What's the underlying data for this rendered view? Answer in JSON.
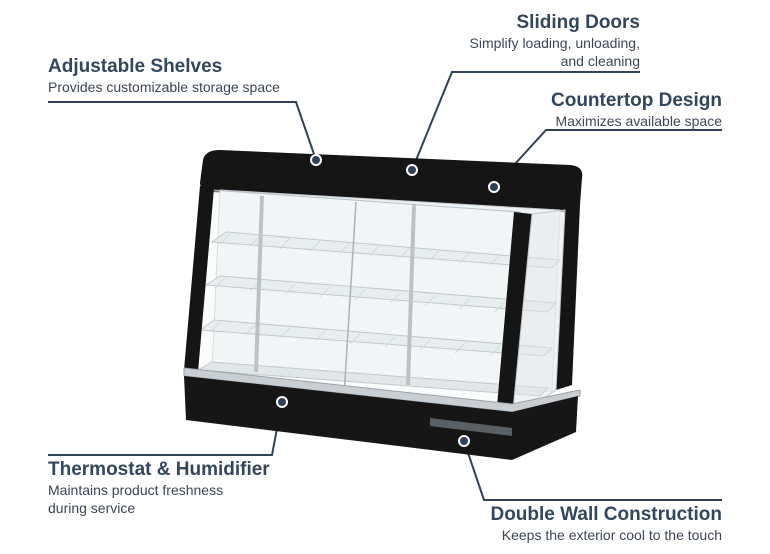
{
  "callouts": {
    "adjustable_shelves": {
      "title": "Adjustable Shelves",
      "desc": "Provides customizable storage space"
    },
    "sliding_doors": {
      "title": "Sliding Doors",
      "desc": "Simplify loading, unloading,\nand cleaning"
    },
    "countertop_design": {
      "title": "Countertop Design",
      "desc": "Maximizes available space"
    },
    "thermostat": {
      "title": "Thermostat & Humidifier",
      "desc": "Maintains product freshness\nduring service"
    },
    "double_wall": {
      "title": "Double Wall Construction",
      "desc": "Keeps the exterior cool to the touch"
    }
  },
  "colors": {
    "leader": "#2f4057",
    "cabinet": "#161616",
    "steel": "#c9ced3",
    "glass": "#eef2f4",
    "text_dark": "#33465c"
  },
  "icons": [
    "marker-dot-icon"
  ]
}
